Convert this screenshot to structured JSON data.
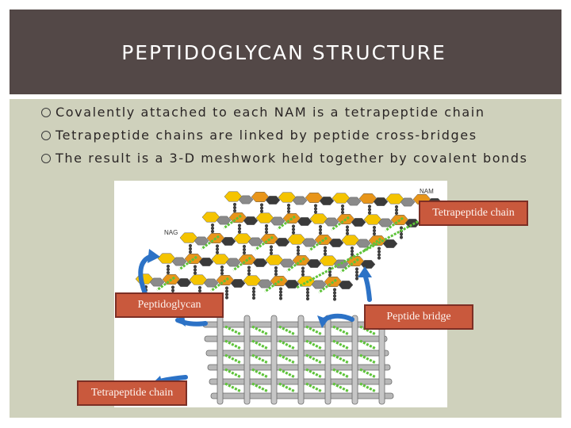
{
  "slide": {
    "title": "PEPTIDOGLYCAN STRUCTURE",
    "bullets": [
      "Covalently attached to each NAM is a tetrapeptide chain",
      "Tetrapeptide chains are linked by peptide cross-bridges",
      "The result is a 3-D meshwork held together by covalent bonds"
    ]
  },
  "figure": {
    "labels": {
      "nam": "NAM",
      "nag": "NAG"
    },
    "callouts": {
      "tetrapeptide_top": "Tetrapeptide chain",
      "peptidoglycan": "Peptidoglycan",
      "peptide_bridge": "Peptide bridge",
      "tetrapeptide_bottom": "Tetrapeptide chain"
    }
  },
  "colors": {
    "title_bar": "#534847",
    "content_bg": "#cfd1bc",
    "callout_fill": "#c9593d",
    "nam_unit": "#f5c400",
    "nag_unit": "#8a8a8a",
    "peptide_green": "#5ec33a",
    "arrow_blue": "#2c72c6"
  }
}
